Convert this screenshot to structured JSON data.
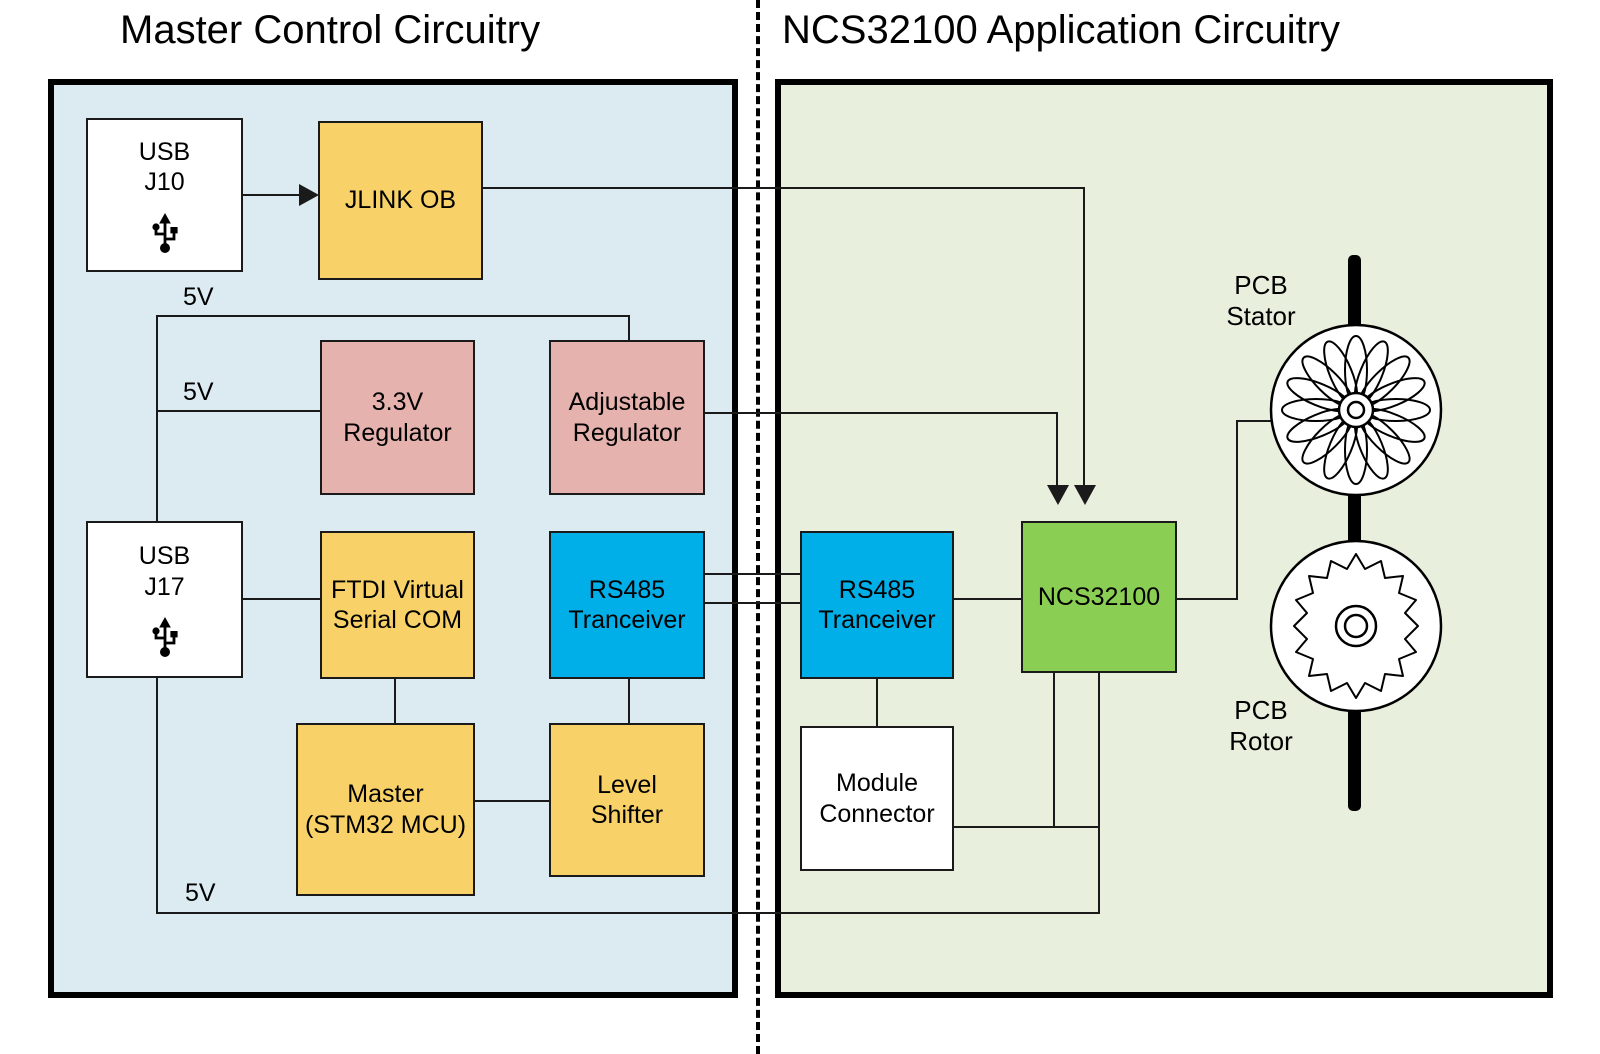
{
  "panels": {
    "left": {
      "title": "Master Control Circuitry",
      "background_color": "#DCEAF2"
    },
    "right": {
      "title": "NCS32100 Application Circuitry",
      "background_color": "#E8EFDC"
    }
  },
  "colors": {
    "yellow": "#F8D268",
    "pink": "#E5B2AE",
    "blue": "#00AEE8",
    "green": "#8ACE54",
    "white": "#FFFFFF",
    "outline": "#1A1A1A"
  },
  "blocks": {
    "usb_j10": {
      "line1": "USB",
      "line2": "J10",
      "icon": "usb-icon"
    },
    "jlink_ob": {
      "line1": "JLINK OB"
    },
    "reg_33v": {
      "line1": "3.3V",
      "line2": "Regulator"
    },
    "reg_adj": {
      "line1": "Adjustable",
      "line2": "Regulator"
    },
    "usb_j17": {
      "line1": "USB",
      "line2": "J17",
      "icon": "usb-icon"
    },
    "ftdi": {
      "line1": "FTDI Virtual",
      "line2": "Serial COM"
    },
    "rs485_master": {
      "line1": "RS485",
      "line2": "Tranceiver"
    },
    "master_mcu": {
      "line1": "Master",
      "line2": "(STM32 MCU)"
    },
    "level_shifter": {
      "line1": "Level",
      "line2": "Shifter"
    },
    "rs485_app": {
      "line1": "RS485",
      "line2": "Tranceiver"
    },
    "ncs32100": {
      "line1": "NCS32100"
    },
    "module_connector": {
      "line1": "Module",
      "line2": "Connector"
    }
  },
  "labels": {
    "v5_top": "5V",
    "v5_mid": "5V",
    "v5_bottom": "5V",
    "pcb_stator_line1": "PCB",
    "pcb_stator_line2": "Stator",
    "pcb_rotor_line1": "PCB",
    "pcb_rotor_line2": "Rotor"
  },
  "motor": {
    "stator": {
      "name": "pcb-stator",
      "petal_count": 16
    },
    "rotor": {
      "name": "pcb-rotor",
      "tooth_count": 8
    }
  }
}
